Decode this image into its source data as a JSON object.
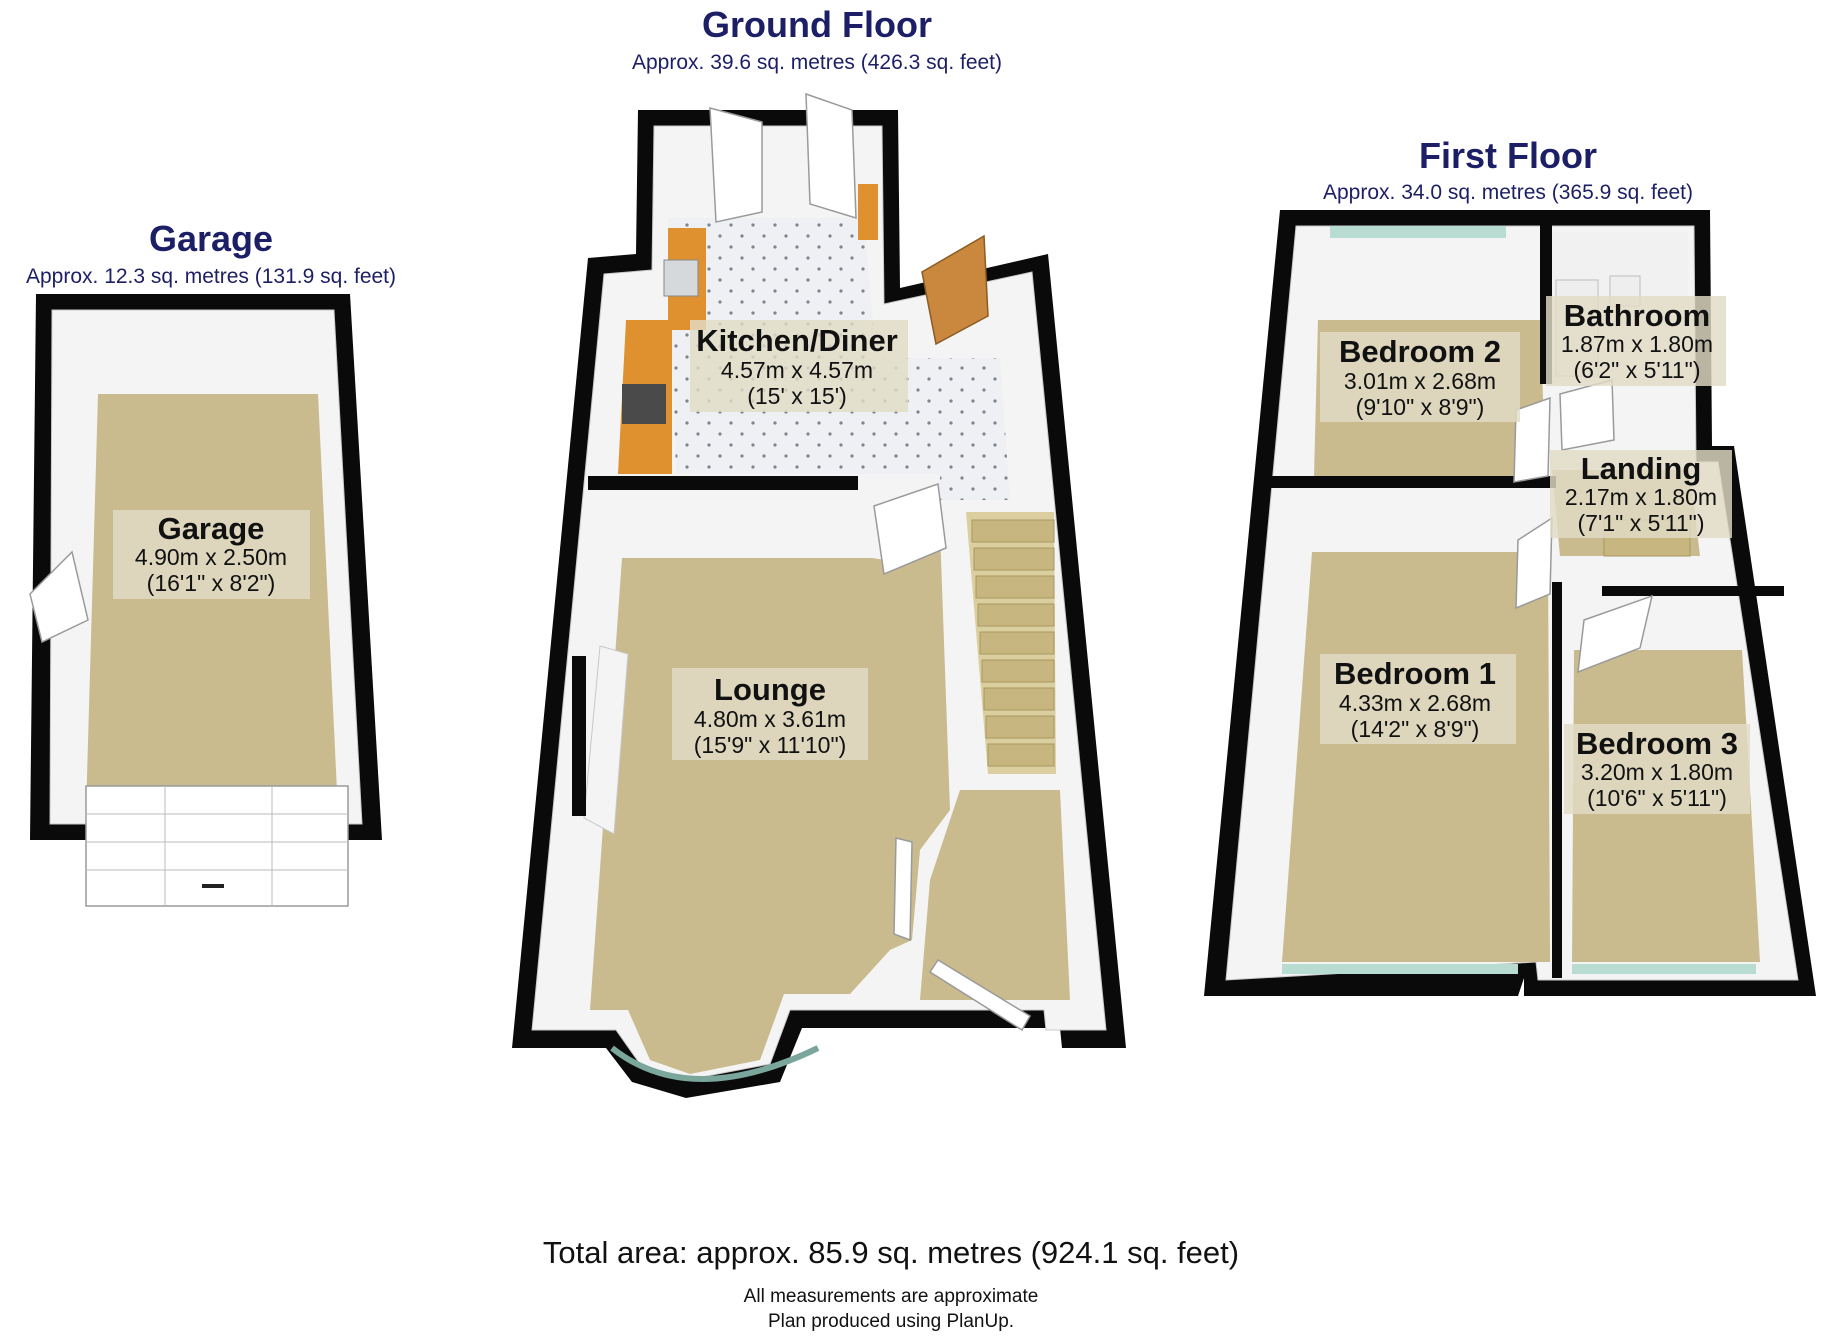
{
  "floors": {
    "garage": {
      "title": "Garage",
      "area": "Approx. 12.3 sq. metres (131.9 sq. feet)"
    },
    "ground": {
      "title": "Ground Floor",
      "area": "Approx. 39.6 sq. metres (426.3 sq. feet)"
    },
    "first": {
      "title": "First Floor",
      "area": "Approx. 34.0 sq. metres (365.9 sq. feet)"
    }
  },
  "rooms": {
    "garage": {
      "name": "Garage",
      "metric": "4.90m x 2.50m",
      "imperial": "(16'1\" x 8'2\")"
    },
    "kitchen": {
      "name": "Kitchen/Diner",
      "metric": "4.57m x 4.57m",
      "imperial": "(15' x 15')"
    },
    "lounge": {
      "name": "Lounge",
      "metric": "4.80m x 3.61m",
      "imperial": "(15'9\" x 11'10\")"
    },
    "bedroom2": {
      "name": "Bedroom 2",
      "metric": "3.01m x 2.68m",
      "imperial": "(9'10\" x 8'9\")"
    },
    "bathroom": {
      "name": "Bathroom",
      "metric": "1.87m x 1.80m",
      "imperial": "(6'2\" x 5'11\")"
    },
    "landing": {
      "name": "Landing",
      "metric": "2.17m x 1.80m",
      "imperial": "(7'1\" x 5'11\")"
    },
    "bedroom1": {
      "name": "Bedroom 1",
      "metric": "4.33m x 2.68m",
      "imperial": "(14'2\" x 8'9\")"
    },
    "bedroom3": {
      "name": "Bedroom 3",
      "metric": "3.20m x 1.80m",
      "imperial": "(10'6\" x 5'11\")"
    }
  },
  "footer": {
    "total": "Total area: approx. 85.9 sq. metres (924.1 sq. feet)",
    "note1": "All measurements are approximate",
    "note2": "Plan produced using PlanUp."
  },
  "colors": {
    "title": "#1c1f66",
    "wall": "#0a0a0a",
    "carpet": "#c9bb8e",
    "tile": "#e9ecef",
    "worktop": "#e0912f"
  }
}
